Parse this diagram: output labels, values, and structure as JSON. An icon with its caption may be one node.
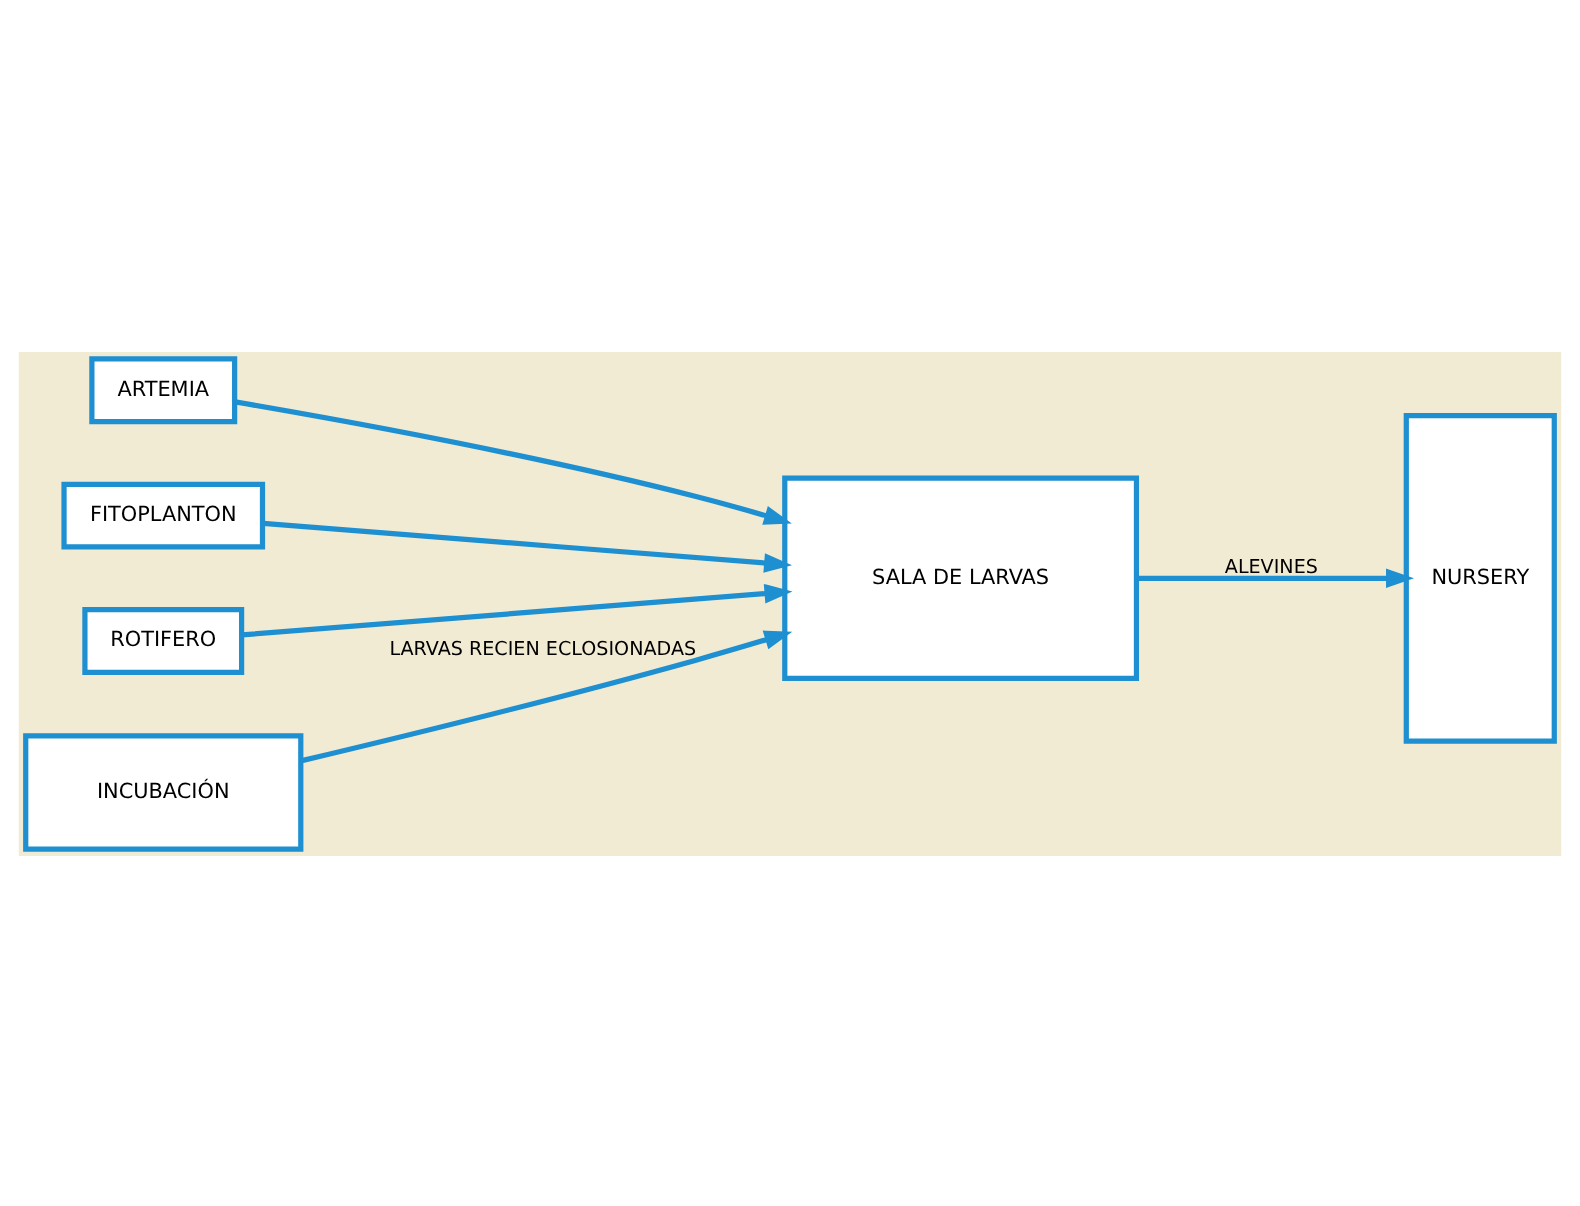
{
  "diagram": {
    "nodes": [
      {
        "text": [
          "ARTEMIA"
        ]
      },
      {
        "text": [
          "FITOPLANTON"
        ]
      },
      {
        "text": [
          "ROTIFERO"
        ]
      },
      {
        "text": [
          "INCUBACIÓN"
        ]
      },
      {
        "text": [
          "SALA DE LARVAS"
        ]
      },
      {
        "text": [
          "NURSERY"
        ]
      }
    ],
    "edges": [
      {
        "from": 0,
        "to": 4,
        "arrow": "to"
      },
      {
        "from": 1,
        "to": 4,
        "arrow": "to"
      },
      {
        "from": 2,
        "to": 4,
        "arrow": "to"
      },
      {
        "from": 3,
        "to": 4,
        "arrow": "to",
        "label": "LARVAS RECIEN ECLOSIONADAS"
      },
      {
        "from": 4,
        "to": 5,
        "arrow": "to",
        "label": "ALEVINES"
      }
    ]
  }
}
